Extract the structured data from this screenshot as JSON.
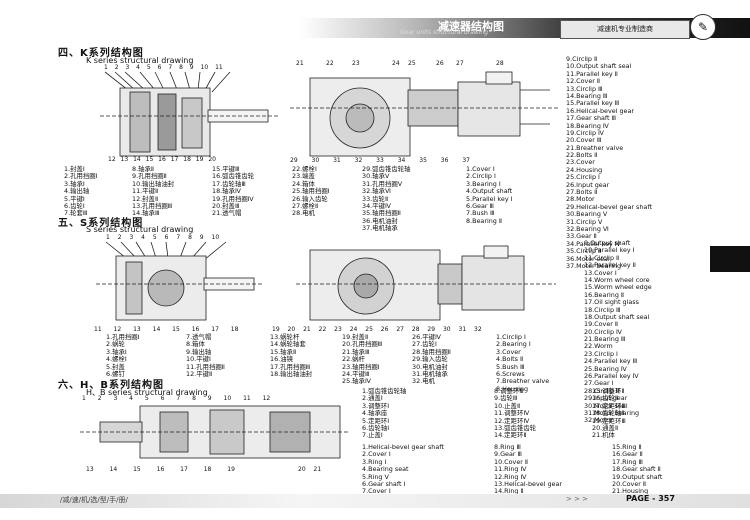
{
  "header": {
    "title": "减速器结构图",
    "subtitle": "Gear units structural drawing",
    "badge": "减速机专业制造商"
  },
  "sectionK": {
    "title": "四、K系列结构图",
    "subtitle": "K series structural drawing",
    "top_numbers": "1 2 3 4 5 6 7 8 9 10 11",
    "bottom_numbers": "12 13 14 15 16 17 18 19 20",
    "mid_top_numbers": [
      "21",
      "22",
      "23",
      "24",
      "25",
      "26",
      "27",
      "28"
    ],
    "mid_bottom_numbers": "29 30 31 32 33 34 35 36 37",
    "col1": [
      "1.封盖Ⅰ",
      "2.孔用挡圈Ⅰ",
      "3.轴承Ⅰ",
      "4.输出轴",
      "5.平键Ⅰ",
      "6.齿轮Ⅰ",
      "7.轮套Ⅲ"
    ],
    "col2": [
      "8.轴承Ⅱ",
      "9.孔用挡圈Ⅱ",
      "10.输出轴油封",
      "11.平键Ⅱ",
      "12.封盖Ⅱ",
      "13.孔用挡圈Ⅲ",
      "14.轴承Ⅲ"
    ],
    "col3": [
      "15.平键Ⅲ",
      "16.弧齿锥齿轮",
      "17.齿轮轴Ⅲ",
      "18.轴承Ⅳ",
      "19.孔用挡圈Ⅳ",
      "20.封盖Ⅲ",
      "21.透气帽"
    ],
    "col4": [
      "22.螺栓Ⅰ",
      "23.端盖",
      "24.箱体",
      "25.轴用挡圈Ⅰ",
      "26.输入齿轮",
      "27.螺栓Ⅱ",
      "28.电机"
    ],
    "col5": [
      "29.弧齿锥齿轮轴",
      "30.轴承Ⅴ",
      "31.孔用挡圈Ⅴ",
      "32.轴承Ⅵ",
      "33.齿轮Ⅱ",
      "34.平键Ⅳ",
      "35.轴用挡圈Ⅱ",
      "36.电机油封",
      "37.电机轴承"
    ],
    "col6": [
      "1.Cover Ⅰ",
      "2.Circlip Ⅰ",
      "3.Bearing Ⅰ",
      "4.Output shaft",
      "5.Parallel key Ⅰ",
      "6.Gear Ⅲ",
      "7.Bush Ⅲ",
      "8.Bearing Ⅱ"
    ],
    "col7": [
      "9.Circlip Ⅱ",
      "10.Output shaft seal",
      "11.Parallel key Ⅱ",
      "12.Cover Ⅱ",
      "13.Circlip Ⅲ",
      "14.Bearing Ⅲ",
      "15.Parallel key Ⅲ",
      "16.Helical-bevel gear",
      "17.Gear shaft Ⅲ",
      "18.Bearing Ⅳ",
      "19.Circlip Ⅳ",
      "20.Cover Ⅲ",
      "21.Breather valve",
      "22.Bolts Ⅱ",
      "23.Cover",
      "24.Housing",
      "25.Circlip Ⅰ",
      "26.Input gear",
      "27.Bolts Ⅱ",
      "28.Motor",
      "29.Helical-bevel gear shaft",
      "30.Bearing Ⅴ",
      "31.Circlip Ⅴ",
      "32.Bearing Ⅵ",
      "33.Gear Ⅱ",
      "34.Parallel key Ⅳ",
      "35.Circlip Ⅱ",
      "36.Motor seal",
      "37.Motor bearing"
    ]
  },
  "sectionS": {
    "title": "五、S系列结构图",
    "subtitle": "S series structural drawing",
    "top_numbers": "1 2 3 4 5 6 7 8 9 10",
    "bottom_numbers": "11 12 13 14 15 16 17 18",
    "mid_bottom_numbers": "19 20 21 22 23 24 25 26 27 28 29 30 31 32",
    "col1": [
      "1.孔用挡圈Ⅰ",
      "2.蜗轮",
      "3.轴承Ⅰ",
      "4.螺栓Ⅰ",
      "5.封盖",
      "6.螺钉"
    ],
    "col2": [
      "7.透气帽",
      "8.箱体",
      "9.输出轴",
      "10.平键Ⅰ",
      "11.孔用挡圈Ⅱ",
      "12.平键Ⅱ"
    ],
    "col3": [
      "13.蜗轮杆",
      "14.蜗轮轴套",
      "15.轴承Ⅱ",
      "16.油镜",
      "17.孔用挡圈Ⅲ",
      "18.输出轴油封"
    ],
    "col4": [
      "19.封盖Ⅱ",
      "20.孔用挡圈Ⅲ",
      "21.轴承Ⅲ",
      "22.蜗杆",
      "23.轴用挡圈Ⅰ",
      "24.平键Ⅲ",
      "25.轴承Ⅳ"
    ],
    "col5": [
      "26.平键Ⅳ",
      "27.齿轮Ⅰ",
      "28.轴用挡圈Ⅱ",
      "29.输入齿轮",
      "30.电机油封",
      "31.电机轴承",
      "32.电机"
    ],
    "col6": [
      "1.Circlip Ⅰ",
      "2.Bearing Ⅰ",
      "3.Cover",
      "4.Bolts Ⅱ",
      "5.Bush Ⅲ",
      "6.Screws",
      "7.Breather valve",
      "8.Housing"
    ],
    "col7": [
      "9.Output shaft",
      "10.Parallel key Ⅰ",
      "11.Circlip Ⅱ",
      "12.Parallel key Ⅱ",
      "13.Cover Ⅰ",
      "14.Worm wheel core",
      "15.Worm wheel edge",
      "16.Bearing Ⅱ",
      "17.Oil sight glass",
      "18.Circlip Ⅲ",
      "18.Output shaft seal",
      "19.Cover Ⅱ",
      "20.Circlip Ⅳ",
      "21.Bearing Ⅲ",
      "22.Worm",
      "23.Circlip Ⅰ",
      "24.Parallel key Ⅲ",
      "25.Bearing Ⅳ",
      "26.Parallel key Ⅳ",
      "27.Gear Ⅰ",
      "28.Circlip Ⅱ",
      "29.Input gear",
      "30.Motor seal",
      "31.Motor bearing",
      "32.Motor"
    ]
  },
  "sectionH": {
    "title": "六、H、B系列结构图",
    "subtitle": "H、B series structural drawing",
    "top_numbers": "1 2 3 4 5 6 7 8 9 10 11 12",
    "bottom_numbers": "13 14 15 16 17 18 19",
    "right_bottom_numbers": "20 21",
    "col1": [
      "1.弧齿锥齿轮轴",
      "2.通盖Ⅰ",
      "3.调整环Ⅰ",
      "4.轴承座",
      "5.定距环Ⅰ",
      "6.齿轮轴Ⅰ",
      "7.止盖Ⅰ"
    ],
    "col2": [
      "8.调整环Ⅲ",
      "9.齿轮Ⅲ",
      "10.止盖Ⅱ",
      "11.调整环Ⅳ",
      "12.定距环Ⅳ",
      "13.弧齿锥齿轮",
      "14.定距环Ⅱ"
    ],
    "col3": [
      "15.调整环Ⅱ",
      "16.齿轮Ⅱ",
      "17.定距环Ⅲ",
      "18.齿轮轴Ⅱ",
      "19.定距环Ⅲ",
      "20.通盖Ⅱ",
      "21.机体"
    ],
    "col4": [
      "1.Helical-bevel gear shaft",
      "2.Cover Ⅰ",
      "3.Ring Ⅰ",
      "4.Bearing seat",
      "5.Ring Ⅴ",
      "6.Gear shaft Ⅰ",
      "7.Cover Ⅰ"
    ],
    "col5": [
      "8.Ring Ⅲ",
      "9.Gear Ⅲ",
      "10.Cover Ⅱ",
      "11.Ring Ⅳ",
      "12.Ring Ⅳ",
      "13.Helical-bevel gear",
      "14.Ring Ⅱ"
    ],
    "col6": [
      "15.Ring Ⅱ",
      "16.Gear Ⅱ",
      "17.Ring Ⅲ",
      "18.Gear shaft Ⅱ",
      "19.Output shaft",
      "20.Cover Ⅱ",
      "21.Housing"
    ]
  },
  "footer": {
    "left": "/减/速/机/选/型/手/册/",
    "arrows": "> > >",
    "page": "PAGE - 357"
  }
}
